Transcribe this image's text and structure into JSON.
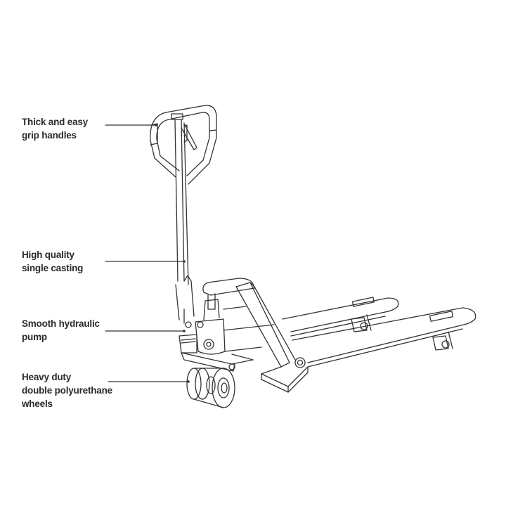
{
  "diagram": {
    "subject": "Hand pallet truck",
    "callouts": [
      {
        "id": "handles",
        "lines": [
          "Thick and easy",
          "grip handles"
        ]
      },
      {
        "id": "casting",
        "lines": [
          "High quality",
          "single casting"
        ]
      },
      {
        "id": "pump",
        "lines": [
          "Smooth hydraulic",
          "pump"
        ]
      },
      {
        "id": "wheels",
        "lines": [
          "Heavy duty",
          "double polyurethane",
          "wheels"
        ]
      }
    ],
    "colors": {
      "line": "#333333",
      "text": "#2a2a2a",
      "background": "#ffffff"
    }
  }
}
